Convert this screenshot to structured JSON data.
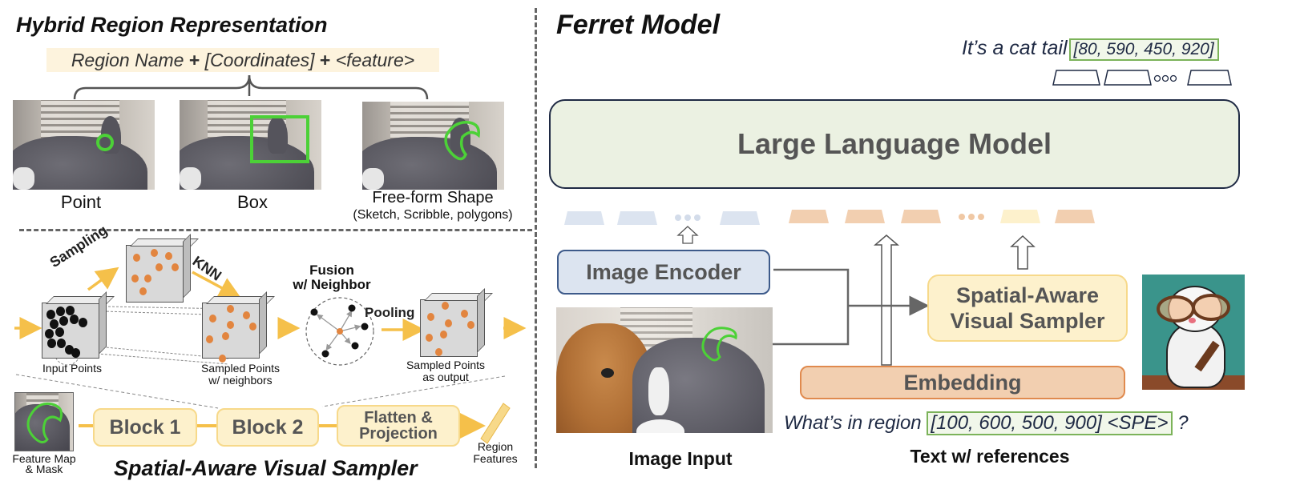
{
  "left_panel": {
    "title": "Hybrid Region Representation",
    "formula": {
      "part1": "Region Name ",
      "plus1": "+",
      "part2": " [Coordinates] ",
      "plus2": "+",
      "part3": " <feature>"
    },
    "examples": [
      {
        "label": "Point",
        "sublabel": ""
      },
      {
        "label": "Box",
        "sublabel": ""
      },
      {
        "label": "Free-form Shape",
        "sublabel": "(Sketch, Scribble, polygons)"
      }
    ],
    "sampler": {
      "sampling_label": "Sampling",
      "knn_label": "KNN",
      "fusion_label_line1": "Fusion",
      "fusion_label_line2": "w/ Neighbor",
      "pooling_label": "Pooling",
      "input_points_label": "Input Points",
      "sampled_neighbors_line1": "Sampled Points",
      "sampled_neighbors_line2": "w/ neighbors",
      "sampled_output_line1": "Sampled Points",
      "sampled_output_line2": "as output"
    },
    "pipeline": {
      "feature_map_line1": "Feature Map",
      "feature_map_line2": "& Mask",
      "block1": "Block 1",
      "block2": "Block 2",
      "flatten_line1": "Flatten &",
      "flatten_line2": "Projection",
      "region_features_line1": "Region",
      "region_features_line2": "Features"
    },
    "bottom_title": "Spatial-Aware Visual Sampler"
  },
  "right_panel": {
    "title": "Ferret Model",
    "output_text": "It’s a cat tail",
    "output_coords": "[80, 590, 450, 920]",
    "llm_label": "Large Language Model",
    "image_encoder_label": "Image Encoder",
    "sampler_line1": "Spatial-Aware",
    "sampler_line2": "Visual Sampler",
    "embedding_label": "Embedding",
    "query_text": "What’s in region",
    "query_coords": "[100, 600, 500, 900] <SPE>",
    "query_suffix": " ?",
    "image_input_label": "Image Input",
    "text_refs_label": "Text w/ references"
  },
  "colors": {
    "accent_yellow": "#f5c04a",
    "highlight_green": "#4cd137",
    "llm_fill": "#ebf1e2",
    "encoder_fill": "#dce4f0",
    "embedding_fill": "#f2cfb0",
    "sampler_fill": "#fdf1cc"
  }
}
